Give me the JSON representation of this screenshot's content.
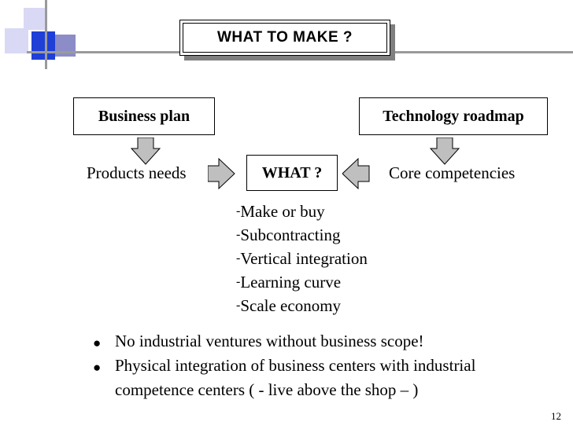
{
  "title": "WHAT TO MAKE ?",
  "boxes": {
    "business_plan": "Business plan",
    "technology_roadmap": "Technology roadmap",
    "what": "WHAT ?"
  },
  "labels": {
    "products_needs": "Products needs",
    "core_competencies": "Core competencies"
  },
  "list_items": [
    "Make or buy",
    "Subcontracting",
    "Vertical integration",
    "Learning curve",
    "Scale economy"
  ],
  "list_marker": "-",
  "bullets": {
    "marker": "●",
    "item1": "No industrial ventures without business scope!",
    "item2_line1": "Physical integration of business centers with industrial",
    "item2_line2": "competence centers ( - live above the shop – )"
  },
  "page_number": "12",
  "colors": {
    "corner_blue": "#1f3fd6",
    "corner_light": "#d9d9f5",
    "corner_mid": "#8c8cc8",
    "arrow_fill": "#bfbfbf",
    "shadow": "#7f7f7f"
  }
}
